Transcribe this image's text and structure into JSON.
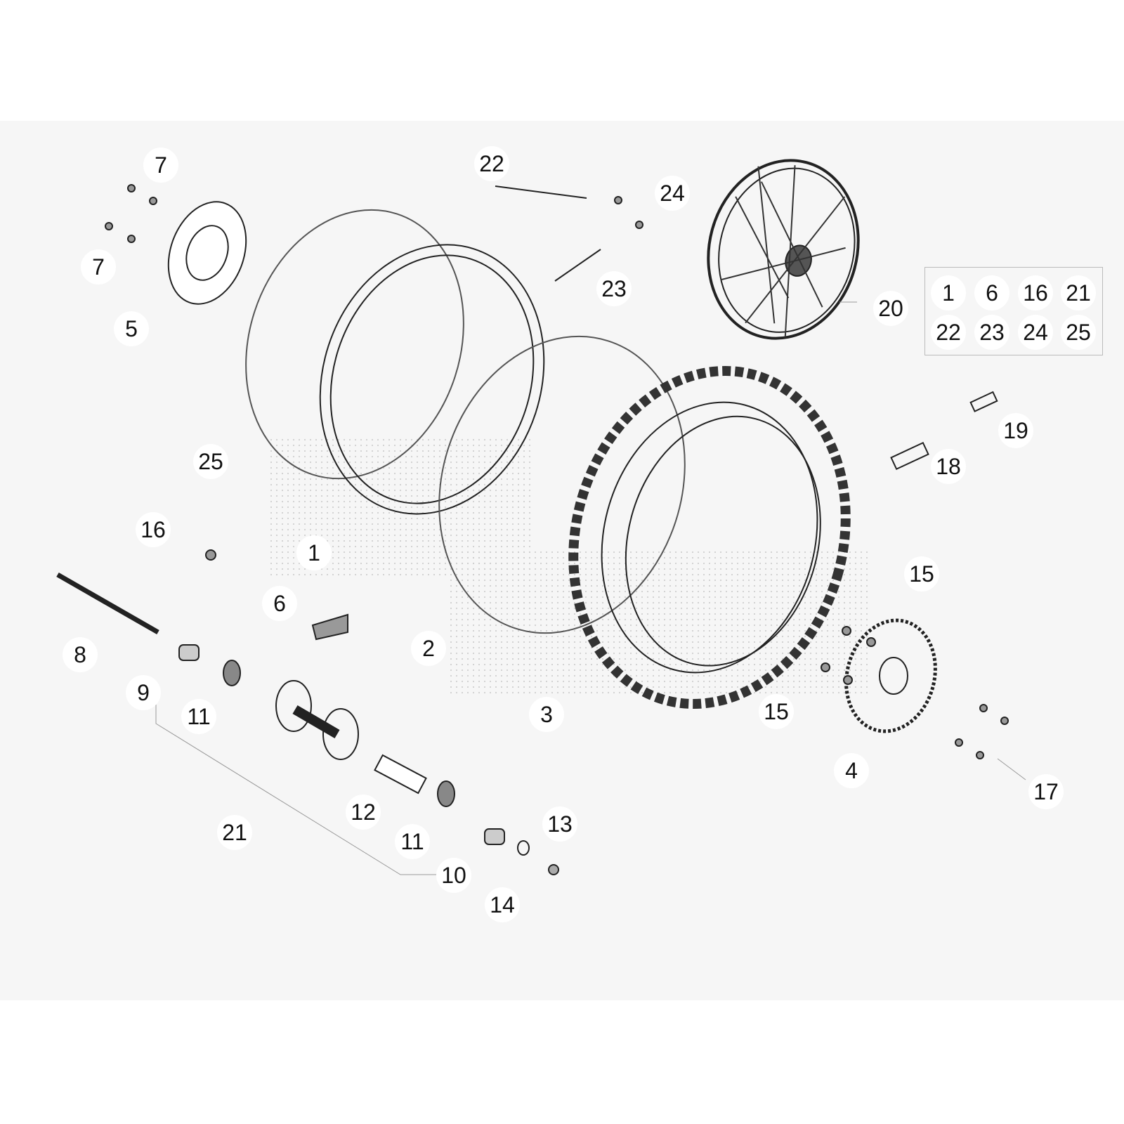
{
  "callouts": [
    "7",
    "7",
    "5",
    "22",
    "24",
    "23",
    "20",
    "25",
    "16",
    "1",
    "6",
    "2",
    "3",
    "19",
    "18",
    "15",
    "15",
    "8",
    "9",
    "11",
    "21",
    "12",
    "11",
    "13",
    "10",
    "14",
    "4",
    "17"
  ],
  "kit": {
    "row1": [
      "1",
      "6",
      "16",
      "21"
    ],
    "row2": [
      "22",
      "23",
      "24",
      "25"
    ]
  }
}
